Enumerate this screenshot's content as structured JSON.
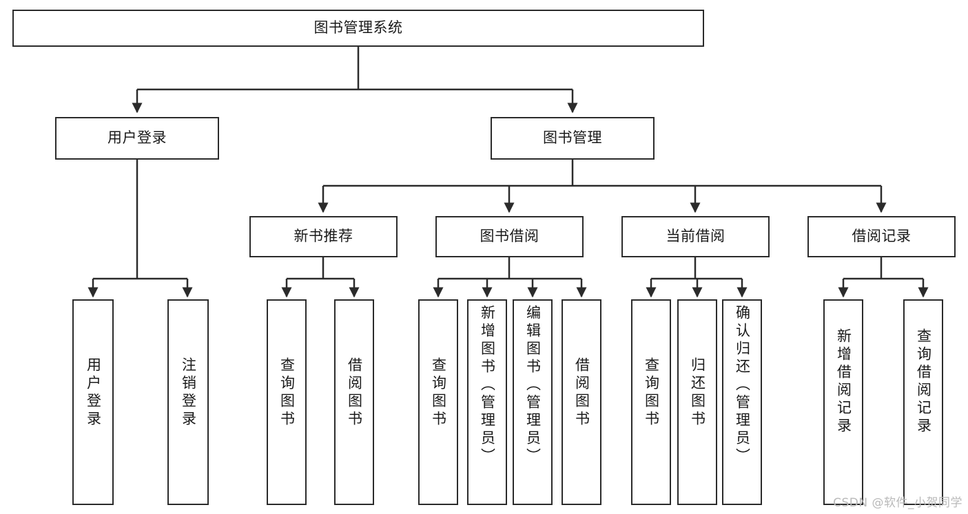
{
  "diagram": {
    "type": "tree",
    "title": "图书管理系统",
    "watermark": "CSDN @软件_小贺同学",
    "colors": {
      "box_border": "#2b2b2b",
      "box_fill": "#ffffff",
      "connector": "#2b2b2b",
      "text": "#1a1a1a",
      "watermark": "#b9b9b9"
    },
    "levels": [
      {
        "level": 1,
        "nodes": [
          {
            "id": "root",
            "label": "图书管理系统"
          }
        ]
      },
      {
        "level": 2,
        "nodes": [
          {
            "id": "user-login",
            "label": "用户登录",
            "parent": "root"
          },
          {
            "id": "book-manage",
            "label": "图书管理",
            "parent": "root"
          }
        ]
      },
      {
        "level": 3,
        "nodes": [
          {
            "id": "new-book-rec",
            "label": "新书推荐",
            "parent": "book-manage"
          },
          {
            "id": "book-borrow",
            "label": "图书借阅",
            "parent": "book-manage"
          },
          {
            "id": "current-borrow",
            "label": "当前借阅",
            "parent": "book-manage"
          },
          {
            "id": "borrow-record",
            "label": "借阅记录",
            "parent": "book-manage"
          }
        ]
      },
      {
        "level": 4,
        "nodes": [
          {
            "id": "leaf-user-login",
            "label": "用户登录",
            "parent": "user-login"
          },
          {
            "id": "leaf-user-logout",
            "label": "注销登录",
            "parent": "user-login"
          },
          {
            "id": "leaf-query-book-1",
            "label": "查询图书",
            "parent": "new-book-rec"
          },
          {
            "id": "leaf-borrow-book-1",
            "label": "借阅图书",
            "parent": "new-book-rec"
          },
          {
            "id": "leaf-query-book-2",
            "label": "查询图书",
            "parent": "book-borrow"
          },
          {
            "id": "leaf-add-book",
            "label": "新增图书（管理员）",
            "parent": "book-borrow"
          },
          {
            "id": "leaf-edit-book",
            "label": "编辑图书（管理员）",
            "parent": "book-borrow"
          },
          {
            "id": "leaf-borrow-book-2",
            "label": "借阅图书",
            "parent": "book-borrow"
          },
          {
            "id": "leaf-query-book-3",
            "label": "查询图书",
            "parent": "current-borrow"
          },
          {
            "id": "leaf-return-book",
            "label": "归还图书",
            "parent": "current-borrow"
          },
          {
            "id": "leaf-confirm-return",
            "label": "确认归还（管理员）",
            "parent": "current-borrow"
          },
          {
            "id": "leaf-add-record",
            "label": "新增借阅记录",
            "parent": "borrow-record"
          },
          {
            "id": "leaf-query-record",
            "label": "查询借阅记录",
            "parent": "borrow-record"
          }
        ]
      }
    ]
  }
}
